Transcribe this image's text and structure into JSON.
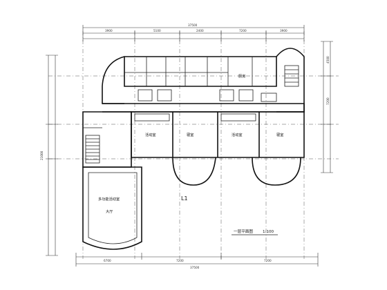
{
  "rooms": {
    "huodongshi_1": "活动室",
    "qinshi_1": "寝室",
    "huodongshi_2": "活动室",
    "qinshi_2": "寝室",
    "chufang": "厨房",
    "duogongneng": "多功能活动室",
    "datang": "大厅"
  },
  "labels": {
    "section_mark": "L1"
  },
  "title": {
    "main": "一层平面图",
    "scale": "1:100"
  },
  "dims": {
    "top_total": "37500",
    "top_1": "3900",
    "top_2": "5100",
    "top_3": "2400",
    "top_4": "7200",
    "top_5": "3900",
    "bottom_total": "37500",
    "bottom_1": "6700",
    "bottom_2": "7200",
    "bottom_3": "7200",
    "left_total": "21000",
    "right_1": "4500",
    "right_2": "7200"
  }
}
